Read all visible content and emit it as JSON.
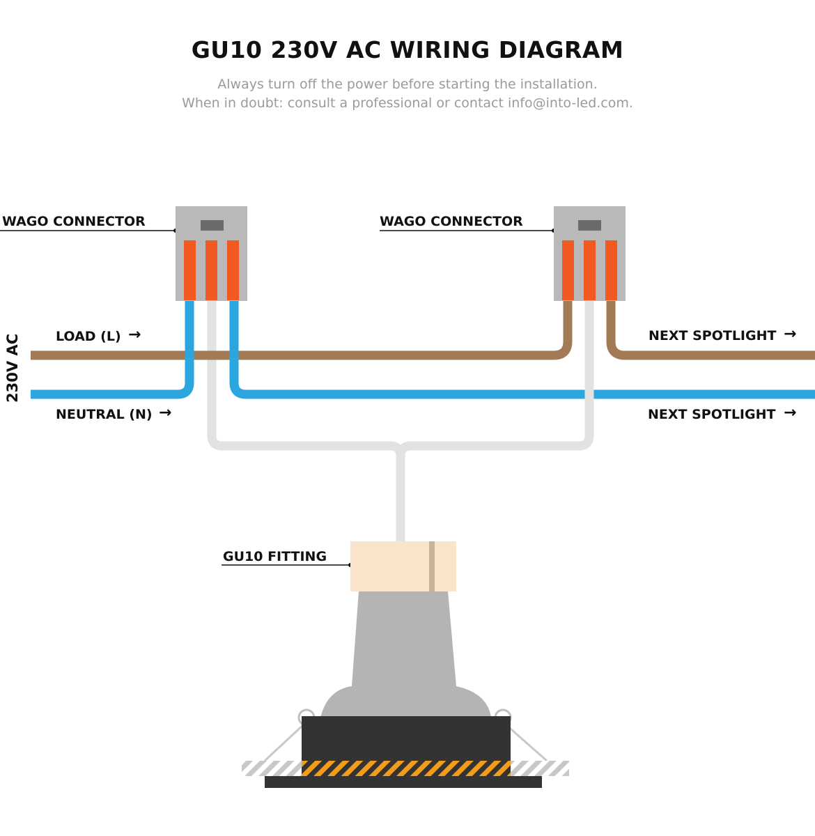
{
  "header": {
    "title": "GU10 230V AC WIRING DIAGRAM",
    "subtitle_line1": "Always turn off the power before starting the installation.",
    "subtitle_line2": "When in doubt: consult a professional or contact info@into-led.com."
  },
  "labels": {
    "wago_left": "WAGO CONNECTOR",
    "wago_right": "WAGO CONNECTOR",
    "load": "LOAD (L)",
    "neutral": "NEUTRAL (N)",
    "next_spotlight_top": "NEXT SPOTLIGHT",
    "next_spotlight_bottom": "NEXT SPOTLIGHT",
    "supply": "230V AC",
    "fitting": "GU10 FITTING"
  },
  "arrow_glyph": "→",
  "colors": {
    "live_wire": "#a27a55",
    "neutral_wire": "#2ba6df",
    "lamp_wire": "#e2e2e2",
    "wago_body": "#b9b9b9",
    "wago_lever": "#f05a22",
    "fitting": "#fae5cc",
    "lamp_body": "#b4b4b4",
    "trim": "#333333",
    "stripe": "#f39c1b"
  }
}
